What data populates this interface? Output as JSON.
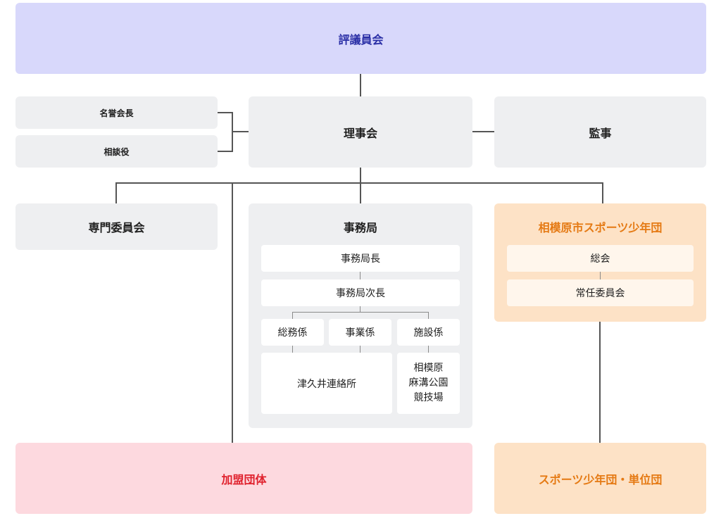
{
  "top": {
    "label": "評議員会"
  },
  "honorary": {
    "label": "名誉会長"
  },
  "advisor": {
    "label": "相談役"
  },
  "board": {
    "label": "理事会"
  },
  "auditor": {
    "label": "監事"
  },
  "committee": {
    "label": "専門委員会"
  },
  "secretariat": {
    "title": "事務局",
    "director": "事務局長",
    "deputy": "事務局次長",
    "sections": [
      "総務係",
      "事業係",
      "施設係"
    ],
    "branch": "津久井連絡所",
    "stadium": [
      "相模原",
      "麻溝公園",
      "競技場"
    ]
  },
  "youth": {
    "title": "相模原市スポーツ少年団",
    "general": "総会",
    "standing": "常任委員会"
  },
  "members": {
    "label": "加盟団体"
  },
  "youth_units": {
    "label": "スポーツ少年団・単位団"
  },
  "colors": {
    "top_bg": "#d8d8fb",
    "top_text": "#2a2fa6",
    "youth_bg": "#fde2c6",
    "youth_text": "#e57a14",
    "members_bg": "#fdd9df",
    "members_text": "#e0222e",
    "grey_bg": "#eeeff1"
  }
}
